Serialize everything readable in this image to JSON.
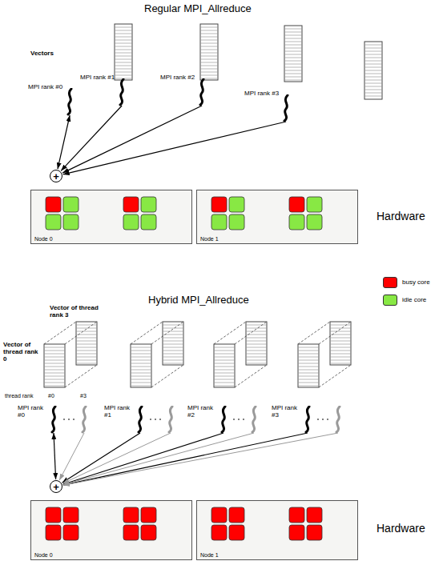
{
  "diagram": {
    "nodes": [
      {
        "text": [
          "MPI rank #0"
        ]
      },
      {
        "text": [
          "MPI rank #1"
        ]
      },
      {
        "text": [
          "MPI rank #2"
        ]
      },
      {
        "text": [
          "MPI rank #3"
        ]
      },
      {
        "text": [
          "+"
        ]
      },
      {
        "text": [
          "Node 0"
        ]
      },
      {
        "text": [
          "Node 1"
        ]
      },
      {
        "text": [
          "MPI rank #0"
        ]
      },
      {
        "text": [
          "MPI rank #1"
        ]
      },
      {
        "text": [
          "MPI rank #2"
        ]
      },
      {
        "text": [
          "MPI rank #3"
        ]
      },
      {
        "text": [
          "+"
        ]
      },
      {
        "text": [
          "Node 0"
        ]
      },
      {
        "text": [
          "Node 1"
        ]
      }
    ],
    "edges": [
      {
        "from": 0,
        "to": 4,
        "arrow": "both"
      },
      {
        "from": 1,
        "to": 4,
        "arrow": "to"
      },
      {
        "from": 2,
        "to": 4,
        "arrow": "to"
      },
      {
        "from": 3,
        "to": 4,
        "arrow": "to"
      },
      {
        "from": 7,
        "to": 11,
        "arrow": "both"
      },
      {
        "from": 8,
        "to": 11,
        "arrow": "to"
      },
      {
        "from": 9,
        "to": 11,
        "arrow": "to"
      },
      {
        "from": 10,
        "to": 11,
        "arrow": "to"
      }
    ],
    "labels": [
      "Regular MPI_Allreduce",
      "Vectors",
      "Hardware",
      "Hybrid MPI_Allreduce",
      "Vector of thread rank 3",
      "Vector of thread rank 0",
      "thread rank",
      "#0",
      "#3",
      "Hardware"
    ],
    "legend": [
      {
        "text": "busy core",
        "color": "#ff0000"
      },
      {
        "text": "idle core",
        "color": "#88e844"
      }
    ]
  }
}
